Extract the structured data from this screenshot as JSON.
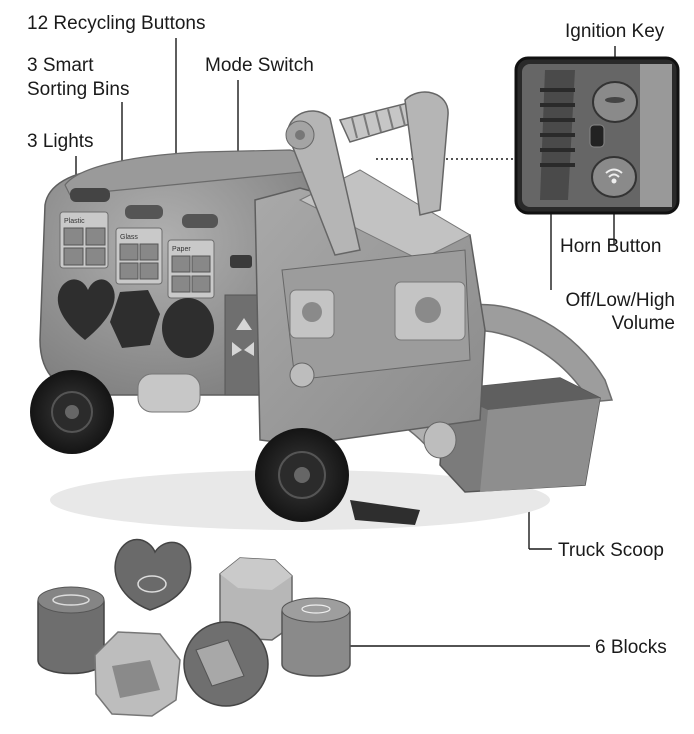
{
  "labels": {
    "recycling_buttons": "12 Recycling Buttons",
    "sorting_bins_line1": "3 Smart",
    "sorting_bins_line2": "Sorting Bins",
    "lights": "3 Lights",
    "mode_switch": "Mode Switch",
    "ignition_key": "Ignition Key",
    "horn_button": "Horn Button",
    "volume_line1": "Off/Low/High",
    "volume_line2": "Volume",
    "truck_scoop": "Truck Scoop",
    "blocks": "6 Blocks"
  },
  "bin_signs": [
    "Plastic",
    "Glass",
    "Paper"
  ],
  "colors": {
    "body": "#8c8c8c",
    "body_light": "#a8a8a8",
    "body_dark": "#5e5e5e",
    "tire": "#222222",
    "leader_line": "#1a1a1a"
  }
}
